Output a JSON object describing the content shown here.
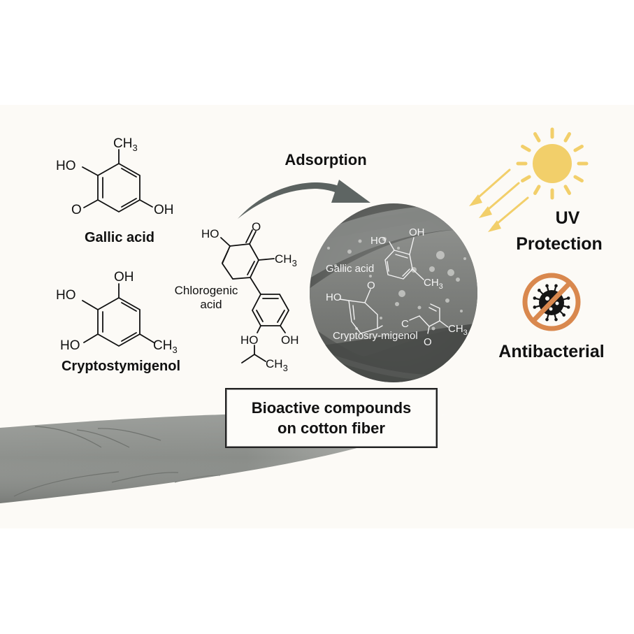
{
  "title": "Adsorption",
  "molecules": {
    "gallic_acid": {
      "name": "Gallic acid",
      "labels": {
        "methyl": "CH",
        "methyl_sub": "3",
        "hydroxyl_left": "HO",
        "oxygen": "O",
        "hydroxyl_right": "OH"
      }
    },
    "cryptostymigenol": {
      "name": "Cryptostymigenol",
      "labels": {
        "hydroxyl_top": "OH",
        "hydroxyl_left_top": "HO",
        "hydroxyl_left_bottom": "HO",
        "methyl": "CH",
        "methyl_sub": "3"
      }
    },
    "chlorogenic_acid": {
      "name_line1": "Chlorogenic",
      "name_line2": "acid",
      "labels": {
        "hydroxyl_top": "HO",
        "carbonyl": "O",
        "methyl": "CH",
        "methyl_sub": "3",
        "hydroxyl_lower_left": "HO",
        "hydroxyl_lower_right": "OH",
        "isopropyl_methyl": "CH",
        "isopropyl_methyl_sub": "3"
      }
    }
  },
  "sem_inset": {
    "labels": {
      "gallic_acid": "Gallic acid",
      "gallic_ho": "HO",
      "gallic_oh": "OH",
      "gallic_ch3": "CH",
      "gallic_ch3_sub": "3",
      "crypto_ho": "HO",
      "crypto_o": "O",
      "crypto_name": "Cryptosry-migenol",
      "other_c": "C",
      "other_o": "O",
      "other_ch3": "CH",
      "other_ch3_sub": "3"
    }
  },
  "caption": {
    "line1": "Bioactive compounds",
    "line2": "on cotton fiber"
  },
  "properties": {
    "uv": {
      "line1": "UV",
      "line2": "Protection"
    },
    "antibacterial": {
      "label": "Antibacterial"
    }
  },
  "colors": {
    "background_panel": "#fcfaf6",
    "arrow": "#5e6563",
    "sun": "#f2cf6a",
    "no_symbol": "#d9884e",
    "virus": "#151515",
    "fiber": "#8a8d89"
  }
}
